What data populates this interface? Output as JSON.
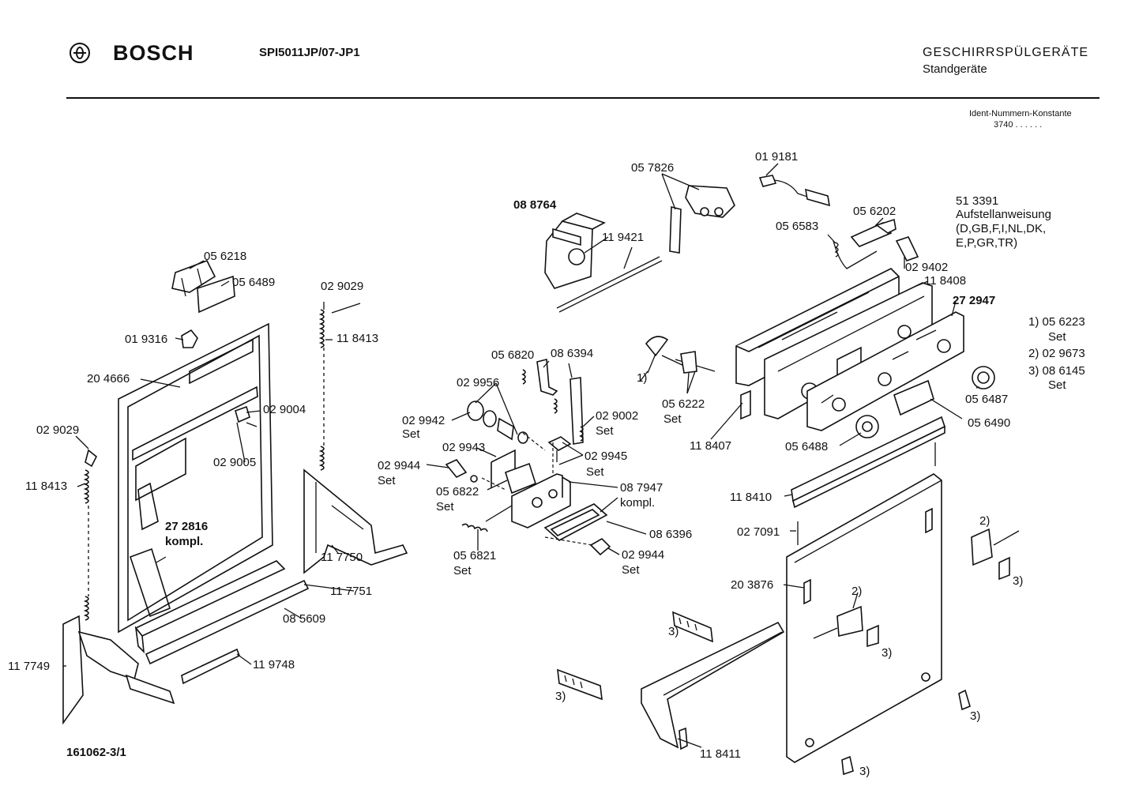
{
  "header": {
    "brand": "BOSCH",
    "model": "SPI5011JP/07-JP1",
    "category": "GESCHIRRSPÜLGERÄTE",
    "subcategory": "Standgeräte",
    "ident_label": "Ident-Nummern-Konstante",
    "ident_value": "3740 . . . . . ."
  },
  "footer": {
    "doc_number": "161062-3/1"
  },
  "parts": {
    "p056218": "05 6218",
    "p056489": "05 6489",
    "p019316": "01 9316",
    "p204666": "20 4666",
    "p029029a": "02 9029",
    "p118413a": "11 8413",
    "p029029b": "02 9029",
    "p118413b": "11 8413",
    "p029004": "02 9004",
    "p029005": "02 9005",
    "p272816": "27 2816",
    "p272816k": "kompl.",
    "p117750": "11 7750",
    "p117751": "11 7751",
    "p085609": "08 5609",
    "p117749": "11 7749",
    "p119748": "11 9748",
    "p088764": "08 8764",
    "p119421": "11 9421",
    "p057826": "05 7826",
    "p019181": "01 9181",
    "p056202": "05 6202",
    "p056583": "05 6583",
    "p513391": "51 3391",
    "p513391a": "Aufstellanweisung",
    "p513391b": "(D,GB,F,I,NL,DK,",
    "p513391c": "E,P,GR,TR)",
    "p029402": "02 9402",
    "p118408": "11 8408",
    "p272947": "27 2947",
    "n1": "1) 05 6223",
    "n1s": "Set",
    "n2": "2) 02 9673",
    "n3": "3) 08 6145",
    "n3s": "Set",
    "p056820": "05 6820",
    "p086394": "08 6394",
    "p029956": "02 9956",
    "p029942": "02 9942",
    "p029942s": "Set",
    "p029002": "02 9002",
    "p029002s": "Set",
    "p029943": "02 9943",
    "p029945": "02 9945",
    "p029945s": "Set",
    "p029944a": "02 9944",
    "p029944as": "Set",
    "p056822": "05 6822",
    "p056822s": "Set",
    "p087947": "08 7947",
    "p087947k": "kompl.",
    "p086396": "08 6396",
    "p029944b": "02 9944",
    "p029944bs": "Set",
    "p056821": "05 6821",
    "p056821s": "Set",
    "one": "1)",
    "p056222": "05 6222",
    "p056222s": "Set",
    "p118407": "11 8407",
    "p056488": "05 6488",
    "p056487": "05 6487",
    "p056490": "05 6490",
    "p118410": "11 8410",
    "p027091": "02 7091",
    "p203876": "20 3876",
    "two_a": "2)",
    "three_a": "3)",
    "two_b": "2)",
    "three_b": "3)",
    "three_c": "3)",
    "three_d": "3)",
    "three_e": "3)",
    "three_f": "3)",
    "p118411": "11 8411"
  }
}
